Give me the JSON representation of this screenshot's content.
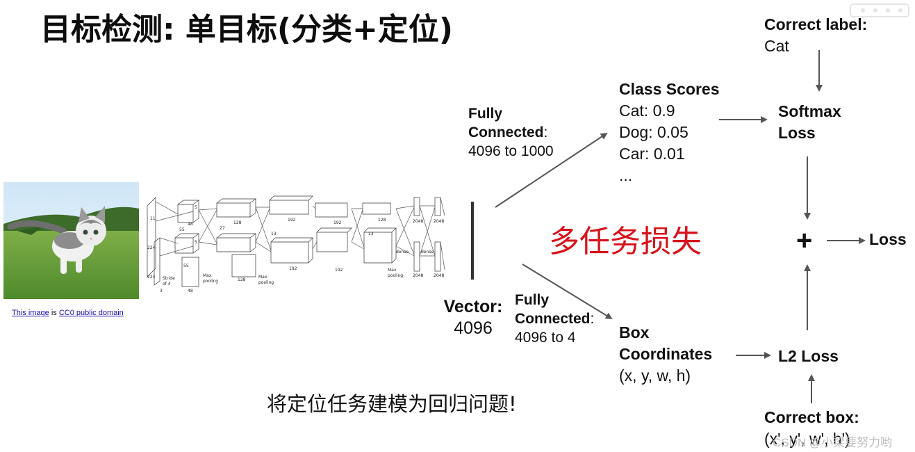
{
  "title": "目标检测: 单目标(分类+定位)",
  "image_credit": {
    "link_text": "This image",
    "middle": " is ",
    "license_text": "CC0 public domain"
  },
  "vector": {
    "label": "Vector:",
    "value": "4096"
  },
  "fc_top": {
    "line1": "Fully",
    "line2": "Connected",
    "colon": ":",
    "dims": "4096 to 1000"
  },
  "fc_bottom": {
    "line1": "Fully",
    "line2": "Connected",
    "colon": ":",
    "dims": "4096 to 4"
  },
  "class_scores": {
    "heading": "Class Scores",
    "items": [
      "Cat: 0.9",
      "Dog: 0.05",
      "Car: 0.01",
      "..."
    ]
  },
  "box_coords": {
    "line1": "Box",
    "line2": "Coordinates",
    "line3": "(x, y, w, h)"
  },
  "correct_label": {
    "heading": "Correct label:",
    "value": "Cat"
  },
  "softmax": {
    "line1": "Softmax",
    "line2": "Loss"
  },
  "plus": "+",
  "loss": "Loss",
  "l2_loss": "L2 Loss",
  "correct_box": {
    "heading": "Correct box:",
    "value": "(x', y', w', h')"
  },
  "multitask_loss": "多任务损失",
  "regression_note": "将定位任务建模为回归问题!",
  "watermark": "CSDN @小梁要努力哟",
  "alexnet_labels": {
    "s224a": "224",
    "s224b": "224",
    "s11": "11",
    "stride": "Stride",
    "of4": "of 4",
    "s3": "3",
    "s55a": "55",
    "s55b": "55",
    "s5a": "5",
    "s5b": "5",
    "s48a": "48",
    "s48b": "48",
    "maxpool1": "Max",
    "maxpool1b": "pooling",
    "s27": "27",
    "s128a": "128",
    "s128b": "128",
    "maxpool2": "Max",
    "maxpool2b": "pooling",
    "s13a": "13",
    "s13b": "13",
    "s192a": "192",
    "s192b": "192",
    "s192c": "192",
    "s192d": "192",
    "s128c": "128",
    "maxpool3": "Max",
    "maxpool3b": "pooling",
    "dense1": "dense",
    "dense2": "dense",
    "d2048a": "2048",
    "d2048b": "2048",
    "d2048c": "2048",
    "d2048d": "2048"
  },
  "colors": {
    "accent_red": "#d8121a",
    "arrow": "#555555",
    "link": "#1a0dab"
  }
}
